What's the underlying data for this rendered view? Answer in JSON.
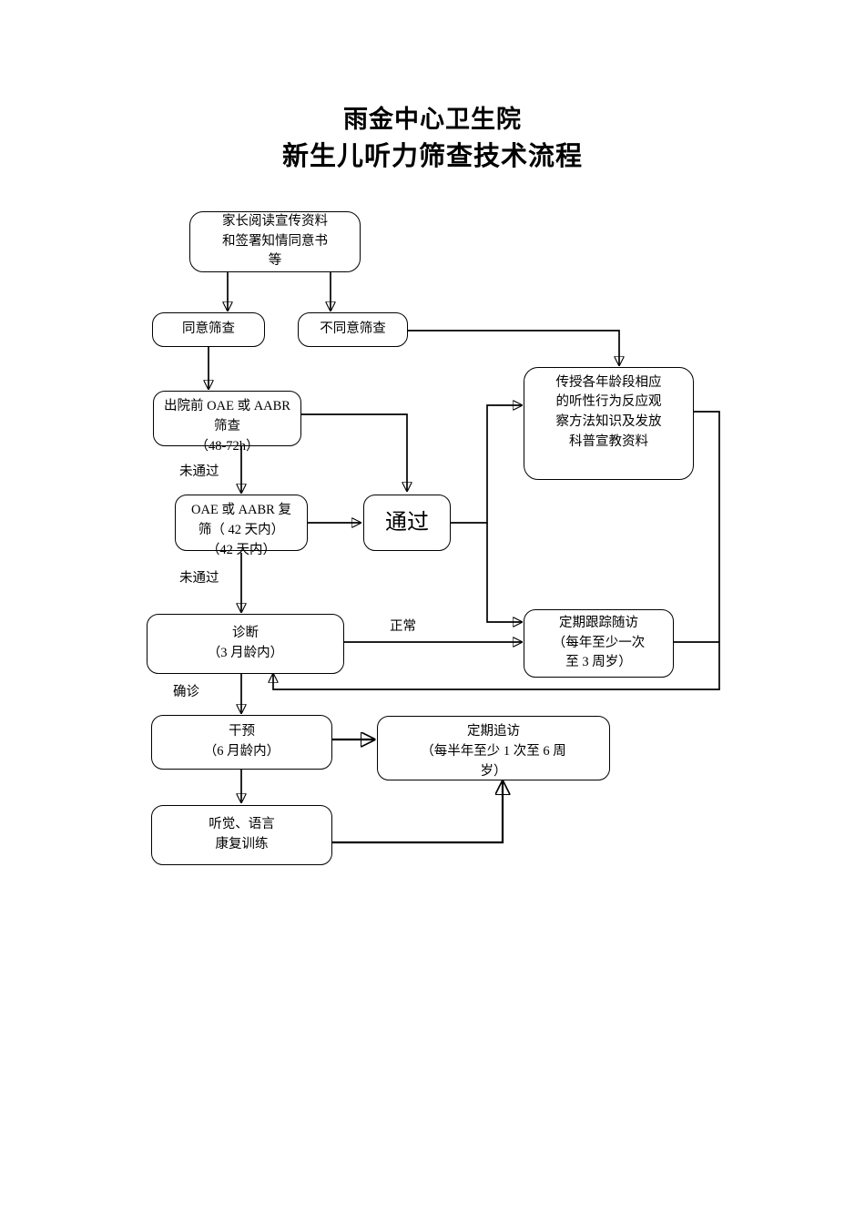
{
  "title": {
    "line1": "雨金中心卫生院",
    "line2": "新生儿听力筛查技术流程"
  },
  "nodes": {
    "consent_info": "家长阅读宣传资料\n和签署知情同意书\n等",
    "agree_screening": "同意筛查",
    "refuse_screening": "不同意筛查",
    "predischarge_screening": "出院前 OAE 或 AABR\n筛查\n（48-72h）",
    "education_materials": "传授各年龄段相应\n的听性行为反应观\n察方法知识及发放\n科普宣教资料",
    "rescreening": "OAE 或 AABR 复\n筛（ 42 天内）\n（42 天内）",
    "passed": "通过",
    "periodic_followup": "定期跟踪随访\n（每年至少一次\n至 3 周岁）",
    "diagnosis": "诊断\n（3 月龄内）",
    "intervention": "干预\n（6 月龄内）",
    "periodic_revisit": "定期追访\n（每半年至少 1 次至 6 周\n岁）",
    "rehab_training": "听觉、语言\n康复训练"
  },
  "edge_labels": {
    "not_passed_1": "未通过",
    "not_passed_2": "未通过",
    "normal": "正常",
    "confirmed": "确诊"
  },
  "colors": {
    "stroke": "#000000",
    "background": "#ffffff",
    "text": "#000000"
  }
}
